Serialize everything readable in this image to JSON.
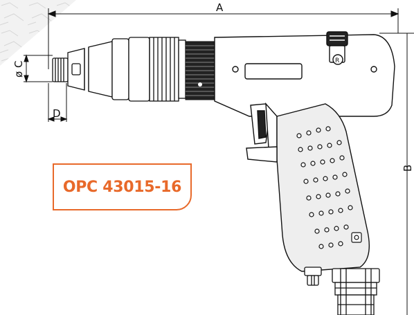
{
  "drawing": {
    "model_code": "OPC 43015-16",
    "dimension_labels": {
      "overall_length": "A",
      "height": "B",
      "diameter": "ø C",
      "depth": "D"
    }
  },
  "colors": {
    "accent": "#e8692a",
    "line": "#111111",
    "grip_fill": "#eeeeee",
    "background": "#ffffff"
  }
}
